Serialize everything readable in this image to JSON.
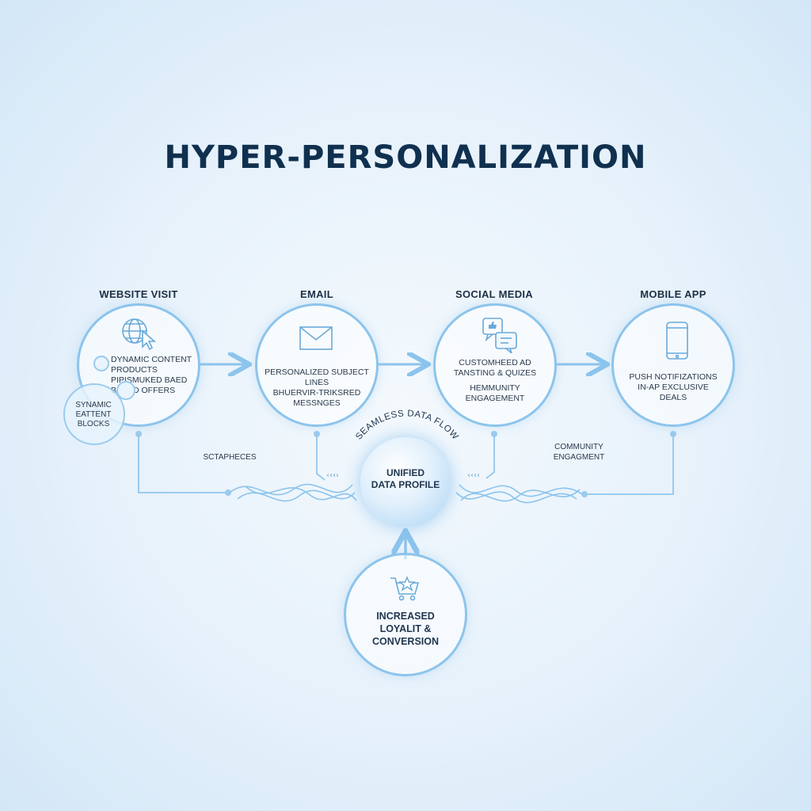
{
  "title": "HYPER-PERSONALIZATION",
  "stages": [
    {
      "label": "WEBSITE VISIT",
      "icon": "globe-cursor-icon",
      "lines": [
        "DYNAMIC CONTENT",
        "PRODUCTS",
        "PIPISMUKED BAED",
        "BASED OFFERS"
      ]
    },
    {
      "label": "EMAIL",
      "icon": "envelope-icon",
      "lines": [
        "PERSONALIZED SUBJECT LINES",
        "BHUERVIR-TRIKSRED",
        "MESSNGES"
      ]
    },
    {
      "label": "SOCIAL MEDIA",
      "icon": "chat-bubbles-icon",
      "lines": [
        "CUSTOMHEED AD",
        "TANSTING & QUIZES",
        "HEMMUNITY",
        "ENGAGEMENT"
      ]
    },
    {
      "label": "MOBILE APP",
      "icon": "smartphone-icon",
      "lines": [
        "PUSH NOTIFIZATIONS",
        "IN-AP EXCLUSIVE",
        "DEALS"
      ]
    }
  ],
  "side_bubble": [
    "SYNAMIC",
    "EATTENT",
    "BLOCKS"
  ],
  "flow_label_left": "SCTAPHECES",
  "flow_label_right": [
    "COMMUNITY",
    "ENGAGMENT"
  ],
  "seamless_label": "SEAMLESS DATA FLOW",
  "center": {
    "line1": "UNIFIED",
    "line2": "DATA PROFILE"
  },
  "outcome": {
    "icon": "shopping-cart-star-icon",
    "lines": [
      "INCREASED",
      "LOYALIT &",
      "CONVERSION"
    ]
  },
  "colors": {
    "accent": "#8cc4ec",
    "title": "#10304f",
    "background": "#e6f1fb"
  }
}
